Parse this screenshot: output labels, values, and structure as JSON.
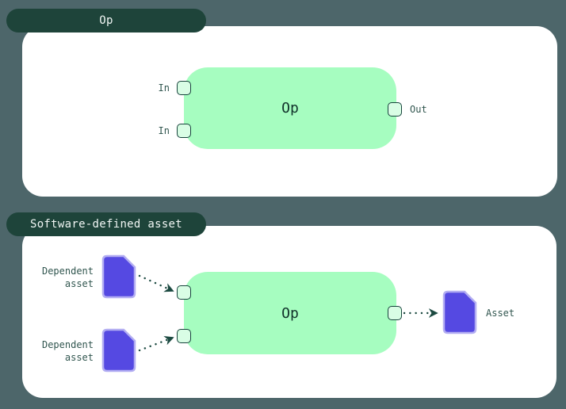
{
  "colors": {
    "background": "#4d666a",
    "tab-bg": "#1e443a",
    "tab-text": "#f1f6f4",
    "panel-bg": "#ffffff",
    "node-green": "#a6fdc0",
    "node-text": "#10312a",
    "port-fill": "#d9fde5",
    "outline-dark": "#16423b",
    "label-text": "#31564f",
    "asset-purple": "#5549e2",
    "asset-purple-border": "#b3aef2",
    "arrow": "#1c4a41"
  },
  "sections": [
    {
      "tab": "Op",
      "node": {
        "label": "Op",
        "inputs": [
          "In",
          "In"
        ],
        "output": "Out"
      }
    },
    {
      "tab": "Software-defined asset",
      "node": {
        "label": "Op"
      },
      "dependencies": [
        {
          "label": "Dependent\nasset"
        },
        {
          "label": "Dependent\nasset"
        }
      ],
      "output_asset": {
        "label": "Asset"
      }
    }
  ]
}
